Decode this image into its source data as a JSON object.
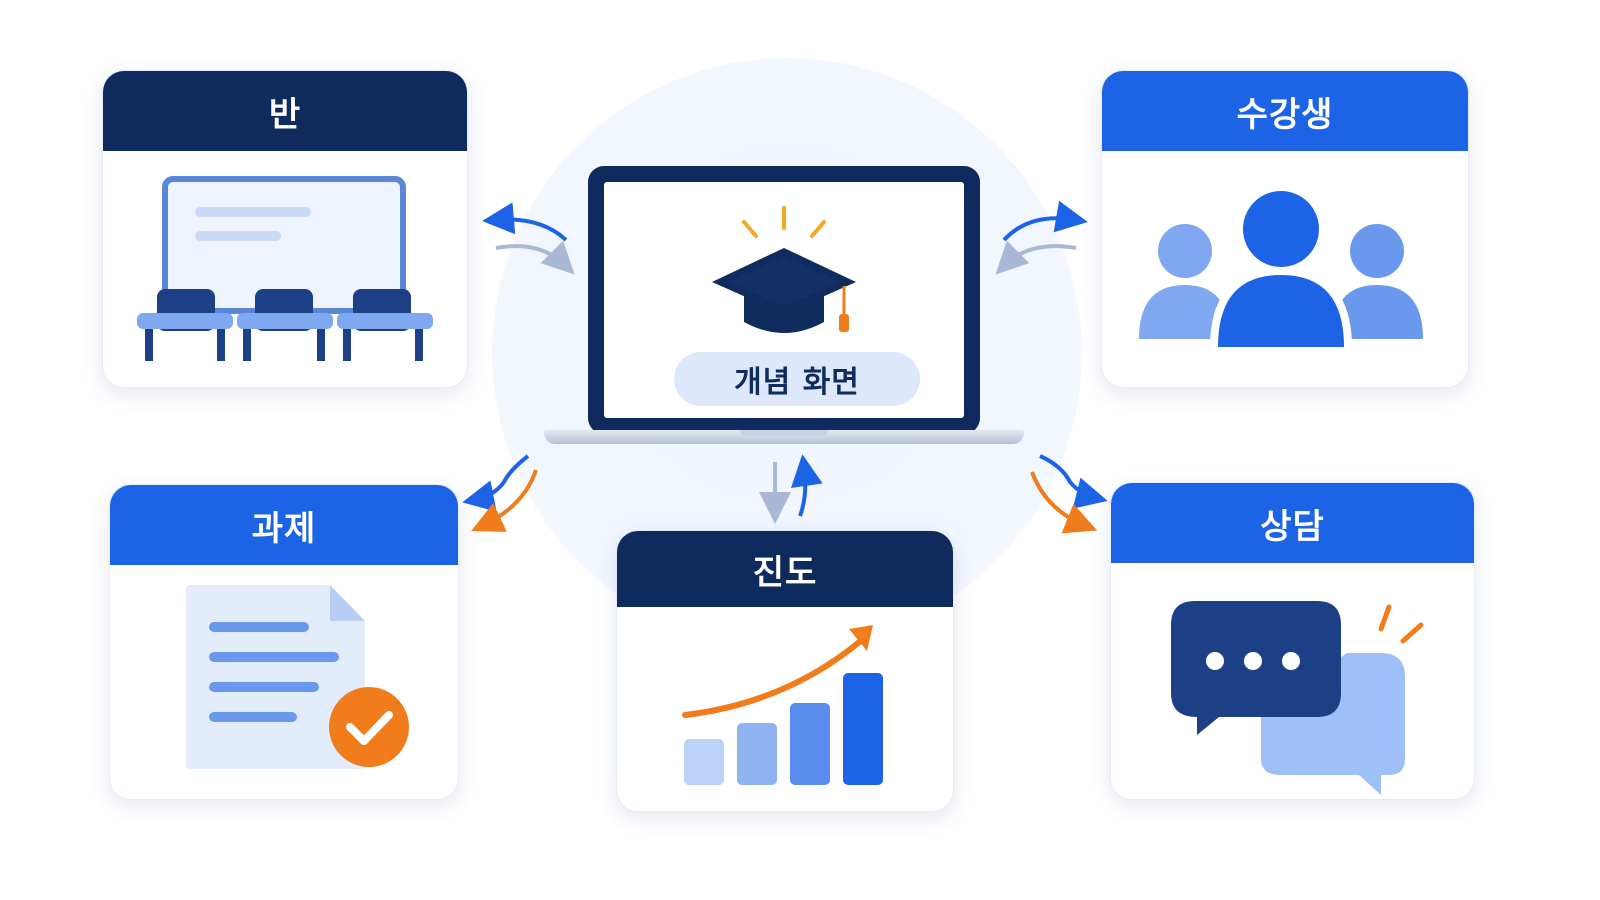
{
  "center": {
    "label": "개념 화면",
    "icon": "graduation-cap-icon"
  },
  "cards": {
    "class": {
      "title": "반",
      "icon": "classroom-icon"
    },
    "students": {
      "title": "수강생",
      "icon": "people-icon"
    },
    "assignment": {
      "title": "과제",
      "icon": "document-check-icon"
    },
    "progress": {
      "title": "진도",
      "icon": "growth-chart-icon"
    },
    "consultation": {
      "title": "상담",
      "icon": "chat-bubbles-icon"
    }
  },
  "colors": {
    "navy": "#0f2a5c",
    "blue": "#1d63e6",
    "light_blue": "#7fa8f0",
    "orange": "#f07c1c",
    "gray_arrow": "#a9b8d4"
  }
}
